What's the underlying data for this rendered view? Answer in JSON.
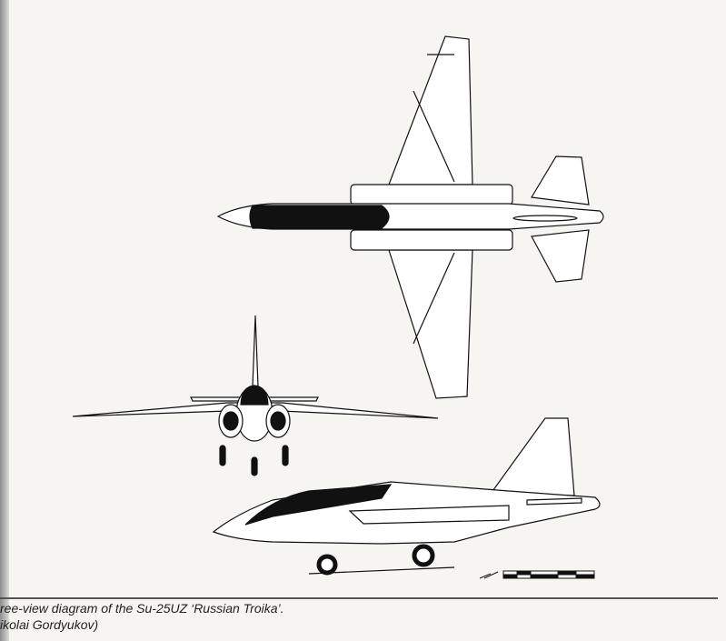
{
  "caption": {
    "line1": "ree-view diagram of the Su-25UZ ‘Russian Troika’.",
    "line2": "ikolai Gordyukov)"
  },
  "drawing": {
    "views": [
      "top-view",
      "front-view",
      "side-view"
    ],
    "ink_color": "#111111",
    "fill_color": "#ffffff"
  }
}
